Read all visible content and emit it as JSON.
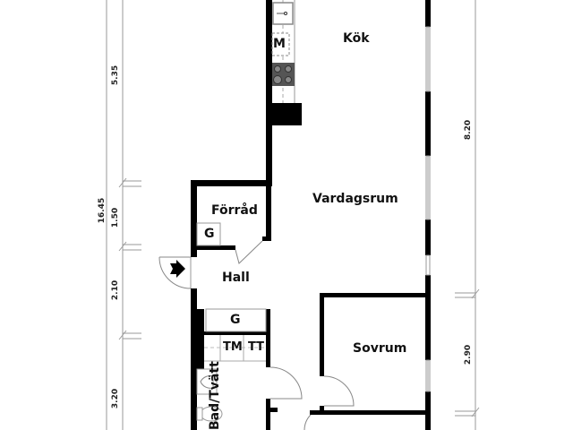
{
  "floorplan": {
    "rooms": [
      {
        "id": "kok",
        "label": "Kök"
      },
      {
        "id": "vardagsrum",
        "label": "Vardagsrum"
      },
      {
        "id": "forrad",
        "label": "Förråd"
      },
      {
        "id": "hall",
        "label": "Hall"
      },
      {
        "id": "sovrum",
        "label": "Sovrum"
      },
      {
        "id": "bad",
        "label": "Bad/Tvätt"
      }
    ],
    "fixtures": {
      "microwave": "M",
      "forrad_wardrobe": "G",
      "hall_wardrobe": "G",
      "washing_machine": "TM",
      "dryer": "TT"
    },
    "dimensions": {
      "left_total": "16.45",
      "left_segments": [
        "5.35",
        "1.50",
        "2.10",
        "3.20"
      ],
      "right_segments": [
        "8.20",
        "2.90"
      ]
    },
    "colors": {
      "wall": "#000000",
      "thin_line": "#999999",
      "background": "#ffffff",
      "stove": "#555555"
    }
  }
}
